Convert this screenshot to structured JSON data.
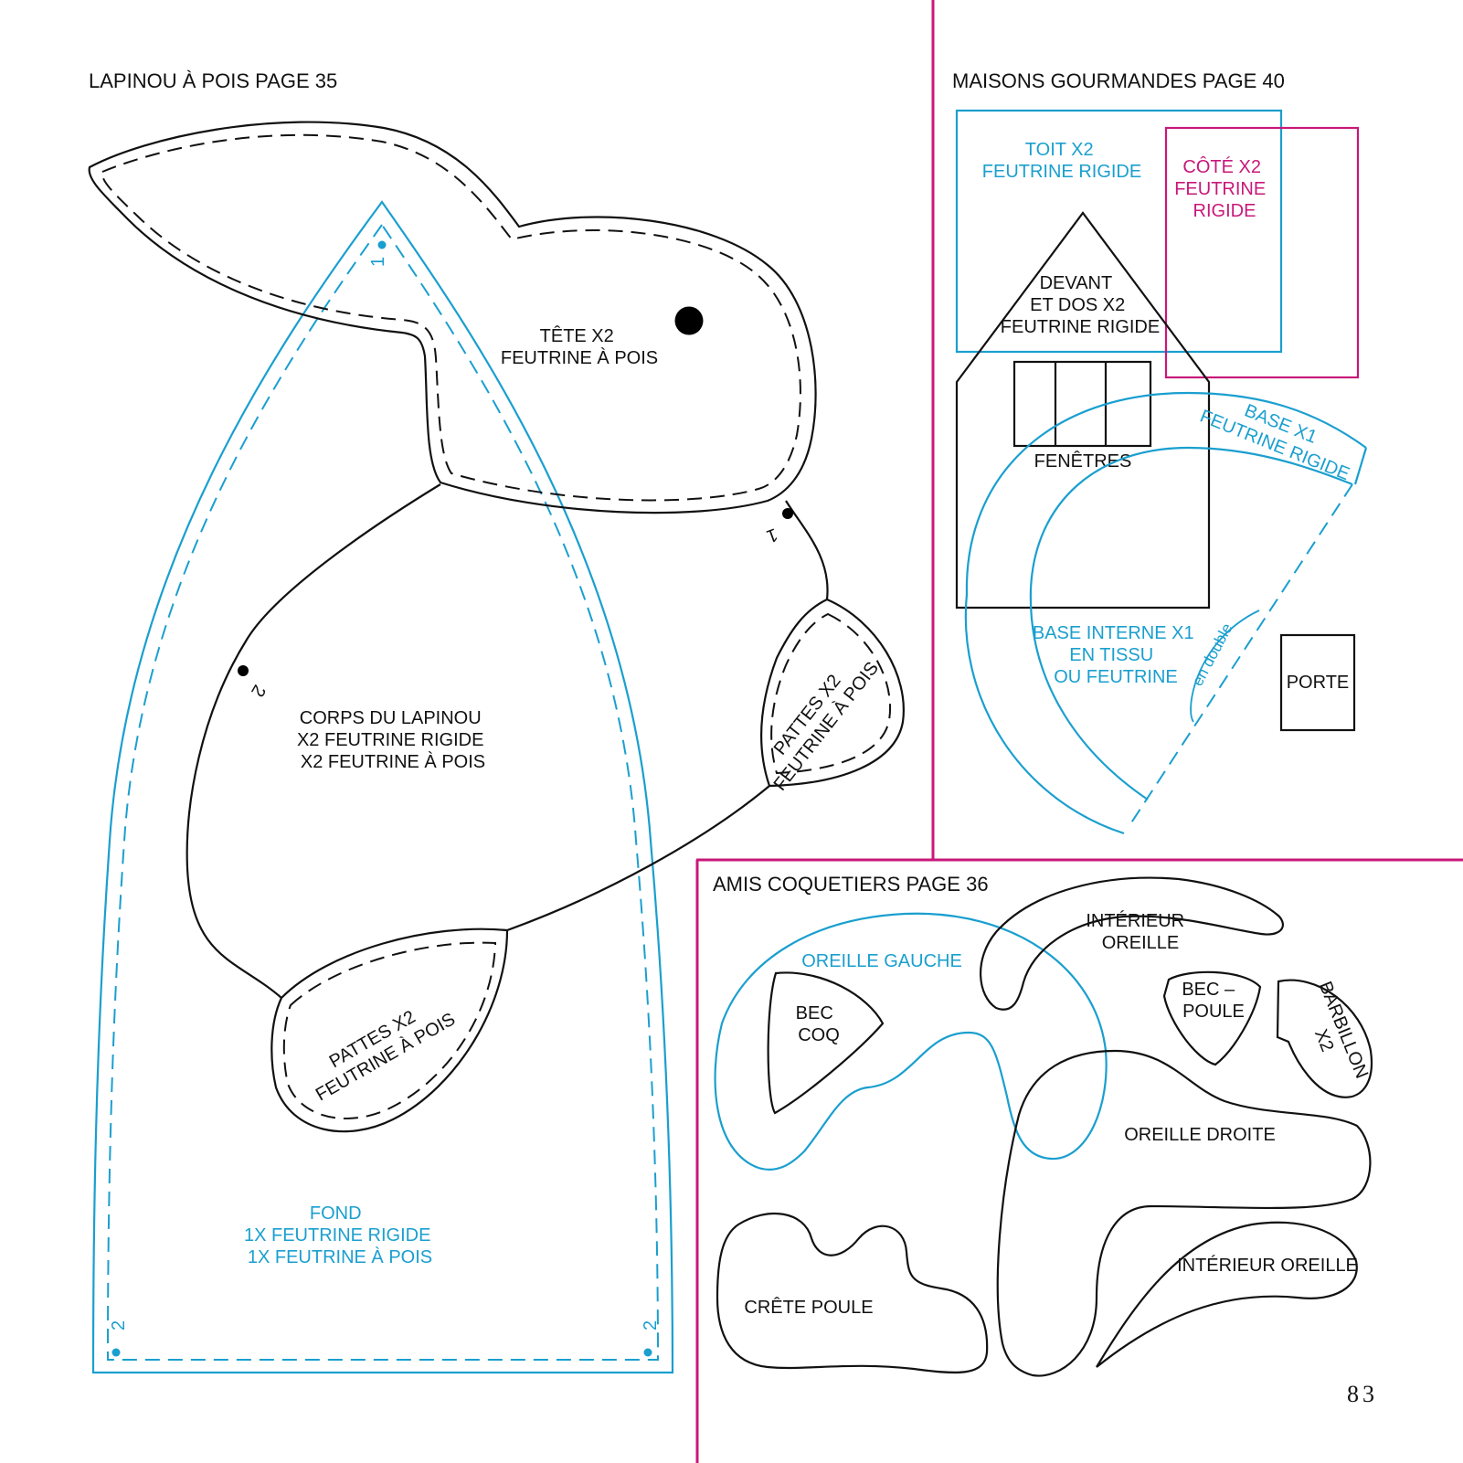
{
  "colors": {
    "ink": "#111111",
    "blue": "#1a9fcf",
    "pink": "#c8187a"
  },
  "page_number": "83",
  "lapinou": {
    "title": "LAPINOU À POIS PAGE 35",
    "tete": [
      "TÊTE X2",
      "FEUTRINE À POIS"
    ],
    "corps": [
      "CORPS DU LAPINOU",
      "X2 FEUTRINE RIGIDE",
      "X2 FEUTRINE À POIS"
    ],
    "pattes_right": [
      "PATTES X2",
      "FEUTRINE À POIS"
    ],
    "pattes_left": [
      "PATTES X2",
      "FEUTRINE À POIS"
    ],
    "fond": [
      "FOND",
      "1X FEUTRINE RIGIDE",
      "1X FEUTRINE À POIS"
    ],
    "marks": {
      "one": "1",
      "two": "2"
    }
  },
  "maisons": {
    "title": "MAISONS GOURMANDES PAGE 40",
    "toit": [
      "TOIT X2",
      "FEUTRINE RIGIDE"
    ],
    "cote": [
      "CÔTÉ X2",
      "FEUTRINE",
      "RIGIDE"
    ],
    "devant": [
      "DEVANT",
      "ET DOS X2",
      "FEUTRINE RIGIDE"
    ],
    "fenetres": "FENÊTRES",
    "base": [
      "BASE X1",
      "FEUTRINE RIGIDE"
    ],
    "base_interne": [
      "BASE INTERNE X1",
      "EN TISSU",
      "OU FEUTRINE"
    ],
    "en_double": "en double",
    "porte": "PORTE"
  },
  "coquetiers": {
    "title": "AMIS COQUETIERS PAGE 36",
    "interieur_oreille_top": [
      "INTÉRIEUR",
      "OREILLE"
    ],
    "oreille_gauche": "OREILLE GAUCHE",
    "bec_coq": [
      "BEC",
      "COQ"
    ],
    "bec_poule": [
      "BEC –",
      "POULE"
    ],
    "barbillon": [
      "BARBILLON",
      "X2"
    ],
    "oreille_droite": "OREILLE DROITE",
    "interieur_oreille_bottom": "INTÉRIEUR OREILLE",
    "crete_poule": "CRÊTE POULE"
  }
}
